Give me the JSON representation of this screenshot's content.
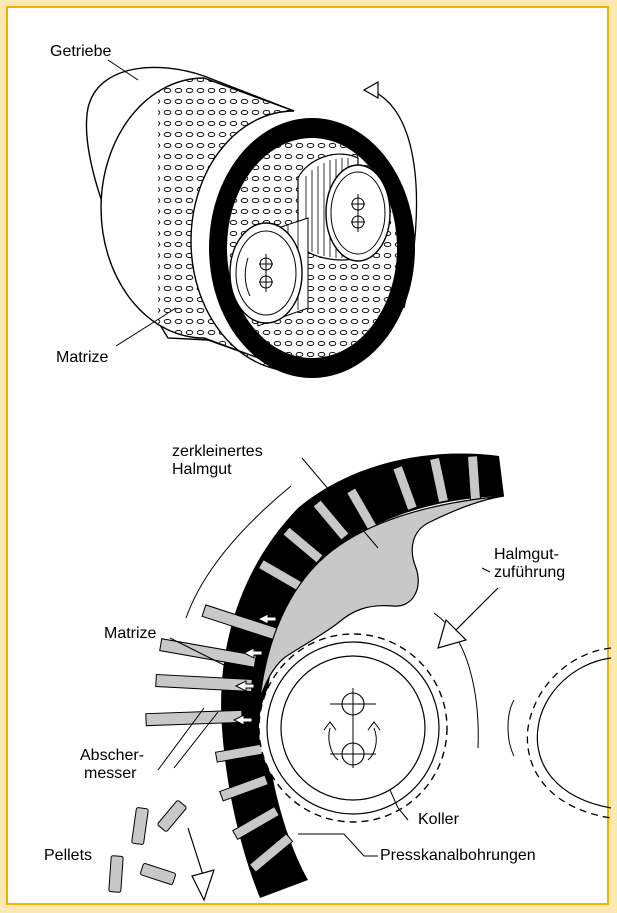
{
  "top_diagram": {
    "labels": {
      "gear": "Getriebe",
      "die": "Matrize"
    }
  },
  "bottom_diagram": {
    "labels": {
      "chopped_line1": "zerkleinertes",
      "chopped_line2": "Halmgut",
      "feed_line1": "Halmgut-",
      "feed_line2": "zuführung",
      "die": "Matrize",
      "cutter_line1": "Abscher-",
      "cutter_line2": "messer",
      "pellets": "Pellets",
      "roller": "Koller",
      "channels": "Presskanalbohrungen"
    }
  },
  "colors": {
    "frame": "#f2b300",
    "background": "#fbe9b3",
    "fill_gray": "#c8c8c8"
  }
}
